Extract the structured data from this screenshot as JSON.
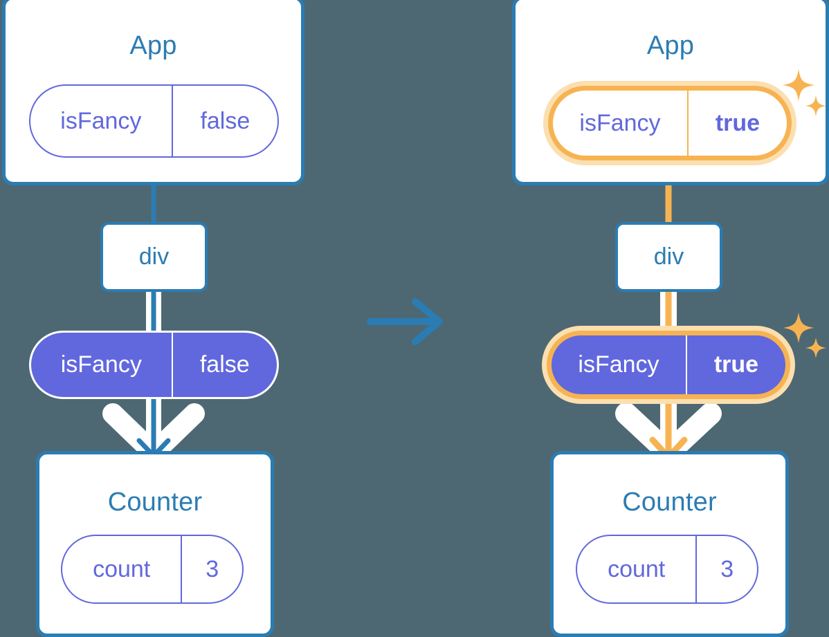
{
  "background_color": "#4d6872",
  "palette": {
    "box_border_blue": "#2b7cb3",
    "title_blue": "#2b7cb3",
    "state_purple": "#6168dd",
    "highlight_orange": "#f7b352",
    "highlight_glow": "#fbdfb0",
    "wire_white": "#ffffff"
  },
  "transition_arrow": {
    "icon": "arrow-right-icon",
    "color": "#2b7cb3"
  },
  "panels": [
    {
      "id": "before",
      "app": {
        "title": "App",
        "state": {
          "name": "isFancy",
          "value": "false",
          "highlighted": false,
          "value_bold": false
        }
      },
      "dom": {
        "tag": "div"
      },
      "prop": {
        "name": "isFancy",
        "value": "false",
        "highlighted": false,
        "value_bold": false
      },
      "counter": {
        "title": "Counter",
        "state": {
          "name": "count",
          "value": "3",
          "highlighted": false,
          "value_bold": false
        }
      },
      "wire_color": "#2b7cb3",
      "wire_faded_color": "#cdd9ee"
    },
    {
      "id": "after",
      "app": {
        "title": "App",
        "state": {
          "name": "isFancy",
          "value": "true",
          "highlighted": true,
          "value_bold": true
        }
      },
      "dom": {
        "tag": "div"
      },
      "prop": {
        "name": "isFancy",
        "value": "true",
        "highlighted": true,
        "value_bold": true
      },
      "counter": {
        "title": "Counter",
        "state": {
          "name": "count",
          "value": "3",
          "highlighted": false,
          "value_bold": false
        }
      },
      "wire_color": "#f7b352",
      "wire_faded_color": "#fbe8c8",
      "sparkles": [
        {
          "name": "sparkle-large-icon",
          "size": "large"
        },
        {
          "name": "sparkle-small-icon",
          "size": "small"
        }
      ]
    }
  ]
}
